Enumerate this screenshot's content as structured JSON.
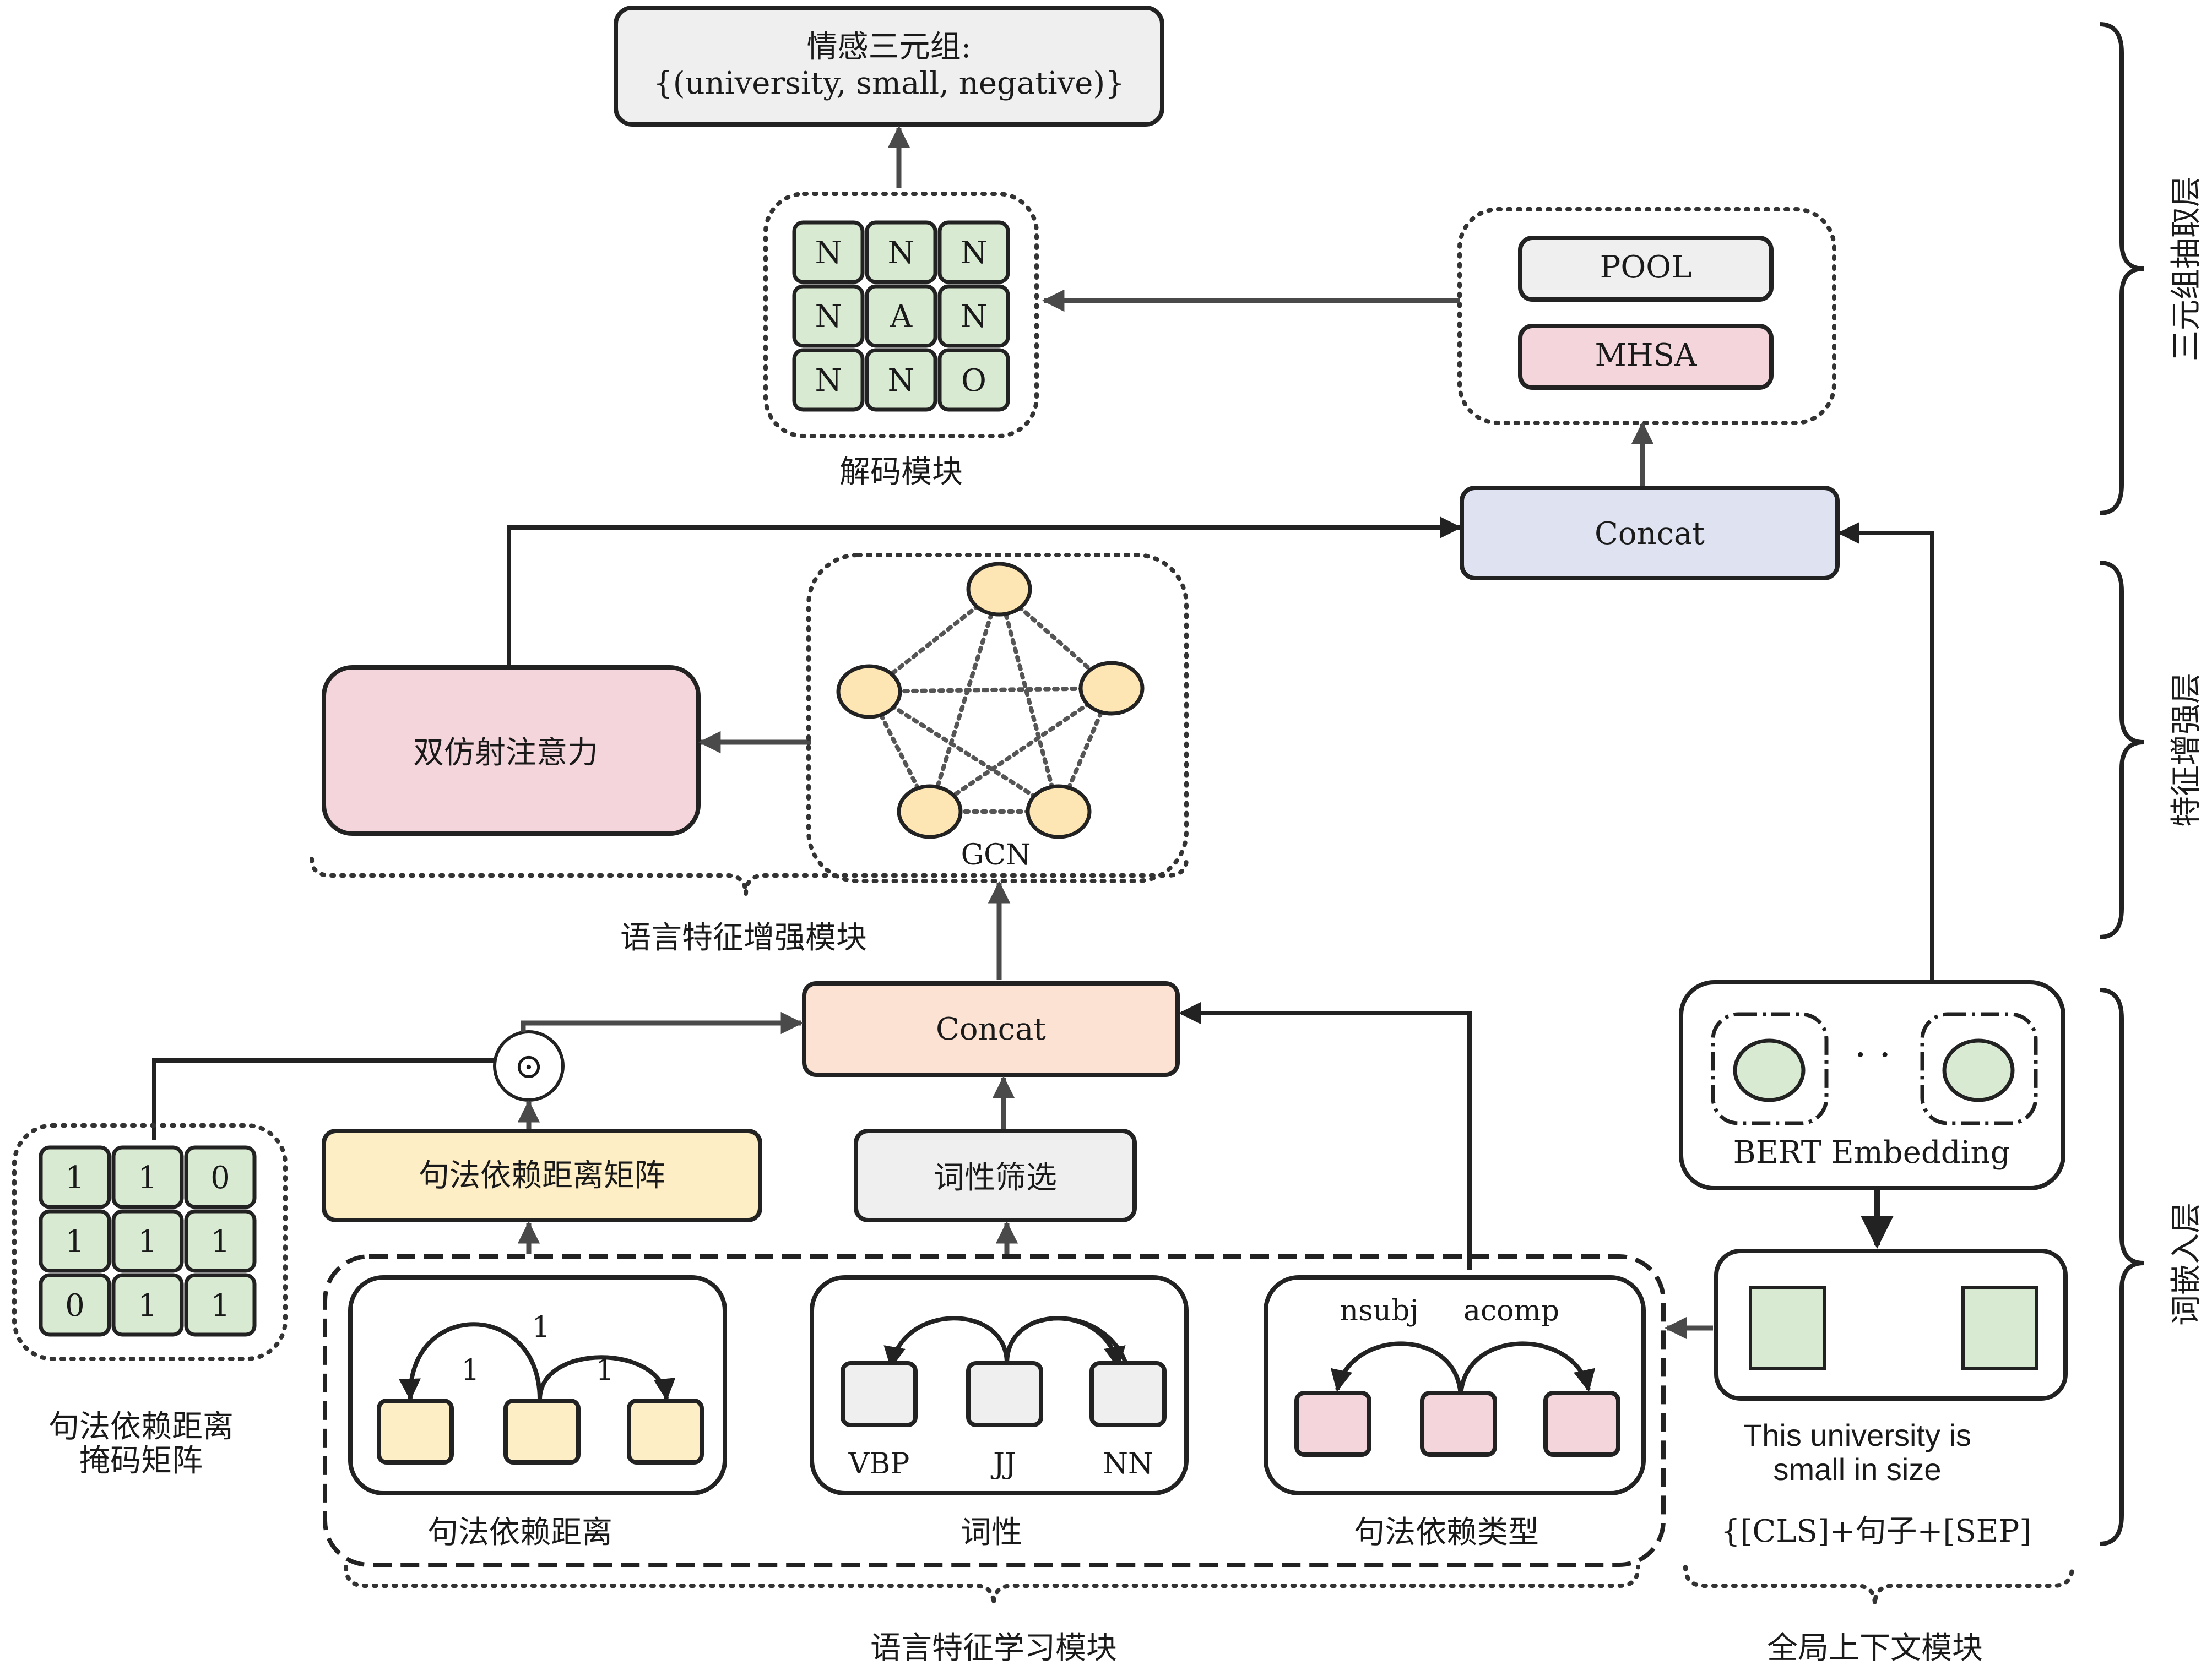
{
  "output": {
    "line1": "情感三元组:",
    "line2": "{(university, small, negative)}"
  },
  "decode": {
    "grid": [
      [
        "N",
        "N",
        "N"
      ],
      [
        "N",
        "A",
        "N"
      ],
      [
        "N",
        "N",
        "O"
      ]
    ],
    "label": "解码模块"
  },
  "pool_mhsa": {
    "pool": "POOL",
    "mhsa": "MHSA"
  },
  "concat_top": "Concat",
  "biaffine": "双仿射注意力",
  "gcn_label": "GCN",
  "lang_enhance_label": "语言特征增强模块",
  "concat_mid": "Concat",
  "odot": "⊙",
  "mask_matrix": {
    "grid": [
      [
        "1",
        "1",
        "0"
      ],
      [
        "1",
        "1",
        "1"
      ],
      [
        "0",
        "1",
        "1"
      ]
    ],
    "label_line1": "句法依赖距离",
    "label_line2": "掩码矩阵"
  },
  "dist_matrix": "句法依赖距离矩阵",
  "pos_filter": "词性筛选",
  "dep_distance": {
    "labels": [
      "1",
      "1",
      "1"
    ],
    "caption": "句法依赖距离"
  },
  "pos": {
    "tags": [
      "VBP",
      "JJ",
      "NN"
    ],
    "caption": "词性"
  },
  "dep_type": {
    "rels": [
      "nsubj",
      "acomp"
    ],
    "caption": "句法依赖类型"
  },
  "lang_learn_label": "语言特征学习模块",
  "bert": {
    "label": "BERT Embedding",
    "dots": "· ·"
  },
  "sentence": {
    "line1": "This university is",
    "line2": "small in size",
    "format": "{[CLS]+句子+[SEP]"
  },
  "global_label": "全局上下文模块",
  "layers": {
    "triplet": "三元组抽取层",
    "enhance": "特征增强层",
    "embed": "词嵌入层"
  },
  "colors": {
    "green": "#d9ead3",
    "pink": "#f5d5dc",
    "yellow": "#fdeec5",
    "gray": "#efefef",
    "blue": "#dfe3f1",
    "peach": "#fbe2d3",
    "node": "#fde6b3"
  }
}
